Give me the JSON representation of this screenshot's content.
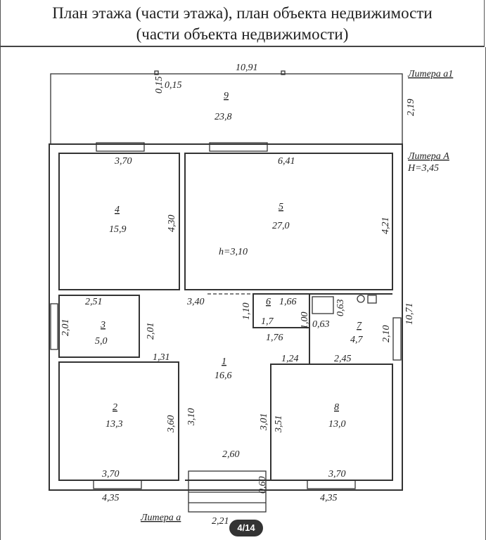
{
  "header": {
    "line1": "План этажа (части этажа), план объекта недвижимости",
    "line2": "(части объекта недвижимости)"
  },
  "labels": {
    "litera_a1": "Литера а1",
    "litera_A": "Литера А",
    "height_A": "H=3,45",
    "litera_a": "Литера а",
    "top_width": "10,91",
    "d015a": "0,15",
    "d015b": "0,15",
    "r9_num": "9",
    "r9_area": "23,8",
    "d219": "2,19",
    "d370_top": "3,70",
    "d641": "6,41",
    "r4_num": "4",
    "r4_area": "15,9",
    "d430": "4,30",
    "r5_num": "5",
    "r5_area": "27,0",
    "d421": "4,21",
    "h310": "h=3,10",
    "d251": "2,51",
    "d340": "3,40",
    "d110": "1,10",
    "r6_num": "6",
    "d166": "1,66",
    "r6_area": "1,7",
    "d100": "1,00",
    "d063a": "0,63",
    "d063b": "0,63",
    "r7_num": "7",
    "r7_area": "4,7",
    "d210": "2,10",
    "d1071": "10,71",
    "d201a": "2,01",
    "r3_num": "3",
    "r3_area": "5,0",
    "d201b": "2,01",
    "d176": "1,76",
    "d131": "1,31",
    "r1_num": "1",
    "r1_area": "16,6",
    "d124": "1,24",
    "d245": "2,45",
    "r2_num": "2",
    "r2_area": "13,3",
    "d360": "3,60",
    "d310": "3,10",
    "d301": "3,01",
    "d351": "3,51",
    "r8_num": "8",
    "r8_area": "13,0",
    "d260": "2,60",
    "d370_bl": "3,70",
    "d370_br": "3,70",
    "d435_l": "4,35",
    "d435_r": "4,35",
    "d060": "0,60",
    "d221": "2,21"
  },
  "viewer": {
    "page_indicator": "4/14"
  }
}
